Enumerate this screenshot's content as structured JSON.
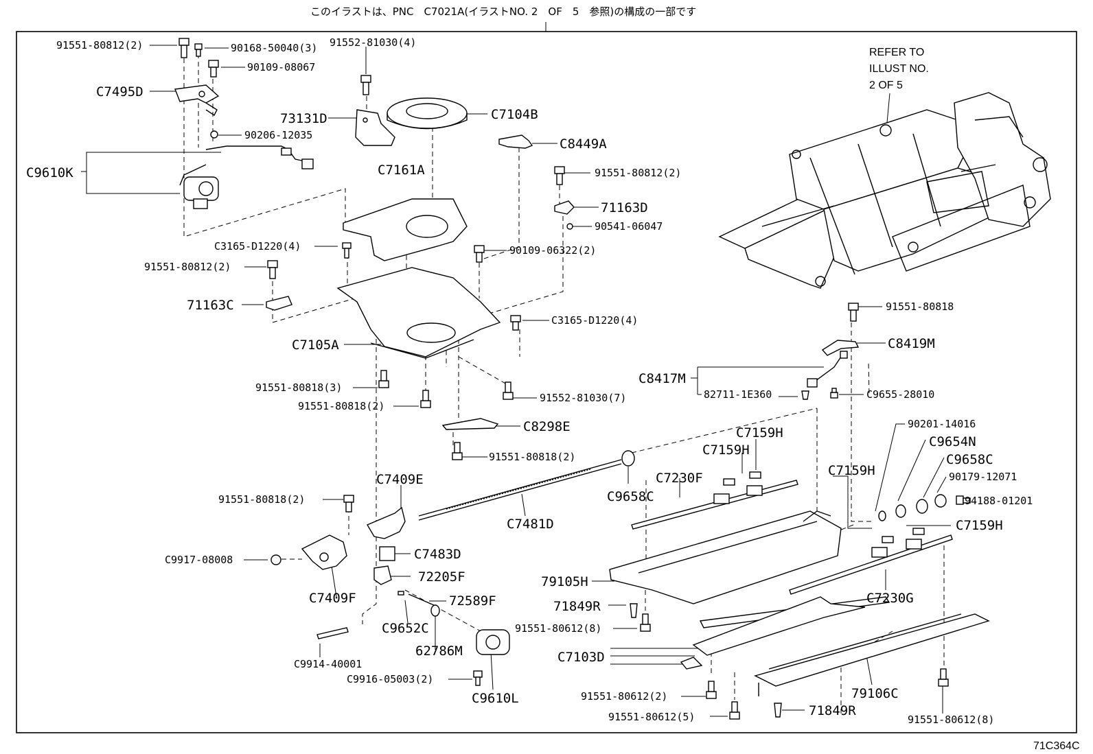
{
  "header": {
    "note": "このイラストは、PNC　C7021A(イラストNO. 2　OF　5　参照)の構成の一部です"
  },
  "refer_note": [
    "REFER TO",
    "ILLUST NO.",
    "2 OF 5"
  ],
  "illustration_code": "71C364C",
  "labels": {
    "p01": "91551-80812(2)",
    "p02": "90168-50040(3)",
    "p03": "91552-81030(4)",
    "p04": "90109-08067",
    "p05": "C7495D",
    "p06": "73131D",
    "p07": "C7104B",
    "p08": "90206-12035",
    "p09": "C8449A",
    "p10": "C9610K",
    "p11": "C7161A",
    "p12": "91551-80812(2)",
    "p13": "71163D",
    "p14": "90541-06047",
    "p15": "C3165-D1220(4)",
    "p16": "90109-06322(2)",
    "p17": "91551-80812(2)",
    "p18": "71163C",
    "p19": "C3165-D1220(4)",
    "p20": "C7105A",
    "p21": "91551-80818",
    "p22": "C8419M",
    "p23": "91551-80818(3)",
    "p24": "C8417M",
    "p25": "91551-80818(2)",
    "p26": "91552-81030(7)",
    "p27": "82711-1E360",
    "p28": "C9655-28010",
    "p29": "C8298E",
    "p30": "90201-14016",
    "p31": "C7159H",
    "p32": "C9654N",
    "p33": "C7159H",
    "p34": "91551-80818(2)",
    "p35": "C9658C",
    "p36": "C7230F",
    "p37": "C7159H",
    "p38": "90179-12071",
    "p39": "C7409E",
    "p40": "C9658C",
    "p41": "94188-01201",
    "p42": "91551-80818(2)",
    "p43": "C7159H",
    "p44": "C7481D",
    "p45": "C9917-08008",
    "p46": "C7483D",
    "p47": "72205F",
    "p48": "79105H",
    "p49": "C7230G",
    "p50": "C7409F",
    "p51": "72589F",
    "p52": "71849R",
    "p53": "C9652C",
    "p54": "91551-80612(8)",
    "p55": "62786M",
    "p56": "C7103D",
    "p57": "C9914-40001",
    "p58": "C9916-05003(2)",
    "p59": "C9610L",
    "p60": "79106C",
    "p61": "91551-80612(2)",
    "p62": "71849R",
    "p63": "91551-80612(5)",
    "p64": "91551-80612(8)"
  }
}
